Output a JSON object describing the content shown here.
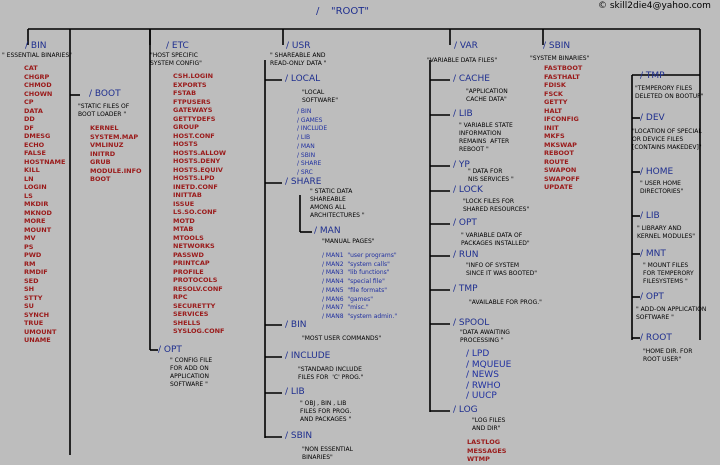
{
  "credit": "© skill2die4@yahoo.com",
  "root": {
    "slash": "/",
    "label": "\"ROOT\""
  },
  "bin": {
    "label": "/ BIN",
    "note": "\" ESSENTIAL BINARIES\"",
    "items": [
      "CAT",
      "CHGRP",
      "CHMOD",
      "CHOWN",
      "CP",
      "DATA",
      "DD",
      "DF",
      "DMESG",
      "ECHO",
      "FALSE",
      "HOSTNAME",
      "KILL",
      "LN",
      "LOGIN",
      "LS",
      "MKDIR",
      "MKNOD",
      "MORE",
      "MOUNT",
      "MV",
      "PS",
      "PWD",
      "RM",
      "RMDIF",
      "SED",
      "SH",
      "STTY",
      "SU",
      "SYNCH",
      "TRUE",
      "UMOUNT",
      "UNAME"
    ]
  },
  "boot": {
    "label": "/ BOOT",
    "note": "\"STATIC FILES OF\nBOOT LOADER \"",
    "items": [
      "KERNEL",
      "SYSTEM.MAP",
      "VMLINUZ",
      "INITRD",
      "GRUB",
      "MODULE.INFO",
      "BOOT"
    ]
  },
  "etc": {
    "label": "/ ETC",
    "note": "\"HOST SPECIFIC\nSYSTEM CONFIG\"",
    "items": [
      "CSH.LOGIN",
      "EXPORTS",
      "FSTAB",
      "FTPUSERS",
      "GATEWAYS",
      "GETTYDEFS",
      "GROUP",
      "HOST.CONF",
      "HOSTS",
      "HOSTS.ALLOW",
      "HOSTS.DENY",
      "HOSTS.EQUIV",
      "HOSTS.LPD",
      "INETD.CONF",
      "INITTAB",
      "ISSUE",
      "LS.SO.CONF",
      "MOTD",
      "MTAB",
      "MTOOLS",
      "NETWORKS",
      "PASSWD",
      "PRINTCAP",
      "PROFILE",
      "PROTOCOLS",
      "RESOLV.CONF",
      "RPC",
      "SECURETTY",
      "SERVICES",
      "SHELLS",
      "SYSLOG.CONF"
    ]
  },
  "etc_opt": {
    "label": "/ OPT",
    "note": "\" CONFIG FILE\nFOR ADD ON\nAPPLICATION\nSOFTWARE \""
  },
  "usr": {
    "label": "/ USR",
    "note": "\" SHAREABLE AND\nREAD-ONLY DATA \"",
    "local": {
      "label": "/ LOCAL",
      "note": "\"LOCAL\nSOFTWARE\"",
      "items": [
        "/ BIN",
        "/ GAMES",
        "/ INCLUDE",
        "/ LIB",
        "/ MAN",
        "/ SBIN",
        "/ SHARE",
        "/ SRC"
      ]
    },
    "share": {
      "label": "/ SHARE",
      "note": "\" STATIC DATA\nSHAREABLE\nAMONG ALL\nARCHITECTURES \""
    },
    "man": {
      "label": "/ MAN",
      "note": "\"MANUAL PAGES\"",
      "items": [
        "/ MAN1  \"user programs\"",
        "/ MAN2  \"system calls\"",
        "/ MAN3  \"lib functions\"",
        "/ MAN4  \"special file\"",
        "/ MAN5  \"file formats\"",
        "/ MAN6  \"games\"",
        "/ MAN7  \"misc.\"",
        "/ MAN8  \"system admin.\""
      ]
    },
    "bin": {
      "label": "/ BIN",
      "note": "\"MOST USER COMMANDS\""
    },
    "include": {
      "label": "/ INCLUDE",
      "note": "\"STANDARD INCLUDE\nFILES FOR  'C' PROG.\""
    },
    "lib": {
      "label": "/ LIB",
      "note": "\" OBJ , BIN , LIB\nFILES FOR PROG.\nAND PACKAGES \""
    },
    "sbin": {
      "label": "/ SBIN",
      "note": "\"NON ESSENTIAL\nBINARIES\""
    }
  },
  "var": {
    "label": "/ VAR",
    "note": "\"VARIABLE DATA FILES\"",
    "cache": {
      "label": "/ CACHE",
      "note": "\"APPLICATION\nCACHE DATA\""
    },
    "lib": {
      "label": "/ LIB",
      "note": "\" VARIABLE STATE\nINFORMATION\nREMAINS  AFTER\nREBOOT \""
    },
    "yp": {
      "label": "/ YP",
      "note": "\" DATA FOR\nNIS SERVICES \""
    },
    "lock": {
      "label": "/ LOCK",
      "note": "\"LOCK FILES FOR\nSHARED RESOURCES\""
    },
    "opt": {
      "label": "/ OPT",
      "note": "\" VARIABLE DATA OF\nPACKAGES INSTALLED\""
    },
    "run": {
      "label": "/ RUN",
      "note": "\"INFO OF SYSTEM\nSINCE IT WAS BOOTED\""
    },
    "tmp": {
      "label": "/ TMP",
      "note": "\"AVAILABLE FOR PROG.\""
    },
    "spool": {
      "label": "/ SPOOL",
      "note": "\"DATA AWAITING\nPROCESSING \"",
      "items": [
        "/ LPD",
        "/ MQUEUE",
        "/ NEWS",
        "/ RWHO",
        "/ UUCP"
      ]
    },
    "log": {
      "label": "/ LOG",
      "note": "\"LOG FILES\nAND DIR\"",
      "items": [
        "LASTLOG",
        "MESSAGES",
        "WTMP"
      ]
    }
  },
  "sbin": {
    "label": "/ SBIN",
    "note": "\"SYSTEM BINARIES\"",
    "items": [
      "FASTBOOT",
      "FASTHALT",
      "FDISK",
      "FSCK",
      "GETTY",
      "HALT",
      "IFCONFIG",
      "INIT",
      "MKFS",
      "MKSWAP",
      "REBOOT",
      "ROUTE",
      "SWAPON",
      "SWAPOFF",
      "UPDATE"
    ]
  },
  "tmp": {
    "label": "/ TMP",
    "note": "\"TEMPERORY FILES\nDELETED ON BOOTUP\""
  },
  "dev": {
    "label": "/ DEV",
    "note": "\"LOCATION OF SPECIAL\nOR DEVICE FILES\n[CONTAINS MAKEDEV]\""
  },
  "home": {
    "label": "/ HOME",
    "note": "\" USER HOME\nDIRECTORIES\""
  },
  "lib": {
    "label": "/ LIB",
    "note": "\" LIBRARY AND\nKERNEL MODULES\""
  },
  "mnt": {
    "label": "/ MNT",
    "note": "\" MOUNT FILES\nFOR TEMPERORY\nFILESYSTEMS \""
  },
  "opt": {
    "label": "/ OPT",
    "note": "\" ADD-ON APPLICATION\nSOFTWARE \""
  },
  "rootdir": {
    "label": "/ ROOT",
    "note": "\"HOME DIR. FOR\nROOT USER\""
  },
  "colors": {
    "background": "#bdbdbd",
    "directory": "#1f2f8f",
    "file": "#9a1a1a",
    "line": "#000000"
  }
}
